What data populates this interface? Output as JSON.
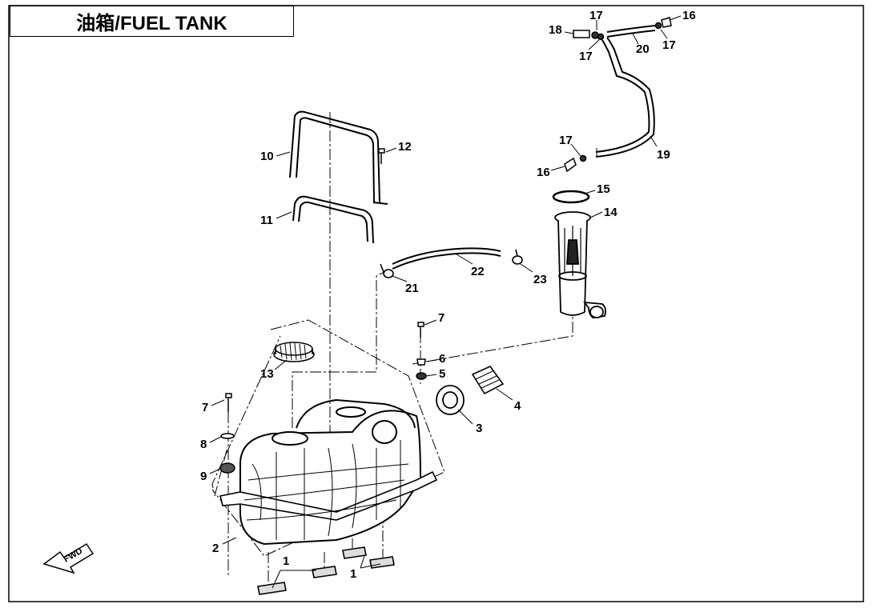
{
  "title": "油箱/FUEL TANK",
  "fwd_label": "FWD",
  "callouts": [
    {
      "id": "1a",
      "label": "1"
    },
    {
      "id": "1b",
      "label": "1"
    },
    {
      "id": "2",
      "label": "2"
    },
    {
      "id": "3",
      "label": "3"
    },
    {
      "id": "4",
      "label": "4"
    },
    {
      "id": "5",
      "label": "5"
    },
    {
      "id": "6",
      "label": "6"
    },
    {
      "id": "7a",
      "label": "7"
    },
    {
      "id": "7b",
      "label": "7"
    },
    {
      "id": "8",
      "label": "8"
    },
    {
      "id": "9",
      "label": "9"
    },
    {
      "id": "10",
      "label": "10"
    },
    {
      "id": "11",
      "label": "11"
    },
    {
      "id": "12",
      "label": "12"
    },
    {
      "id": "13",
      "label": "13"
    },
    {
      "id": "14",
      "label": "14"
    },
    {
      "id": "15",
      "label": "15"
    },
    {
      "id": "16a",
      "label": "16"
    },
    {
      "id": "16b",
      "label": "16"
    },
    {
      "id": "17a",
      "label": "17"
    },
    {
      "id": "17b",
      "label": "17"
    },
    {
      "id": "17c",
      "label": "17"
    },
    {
      "id": "17d",
      "label": "17"
    },
    {
      "id": "18",
      "label": "18"
    },
    {
      "id": "19",
      "label": "19"
    },
    {
      "id": "20",
      "label": "20"
    },
    {
      "id": "21",
      "label": "21"
    },
    {
      "id": "22",
      "label": "22"
    },
    {
      "id": "23",
      "label": "23"
    }
  ]
}
